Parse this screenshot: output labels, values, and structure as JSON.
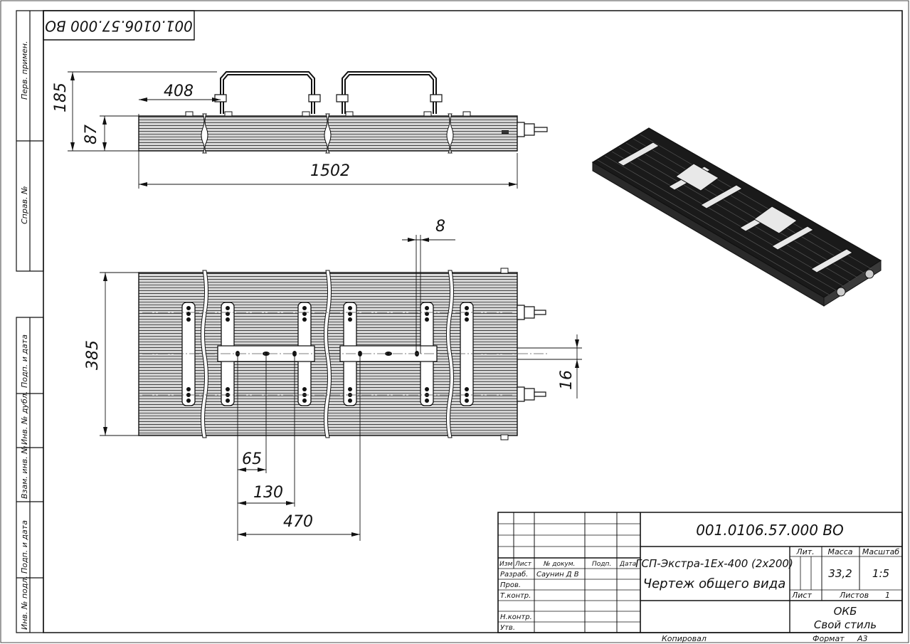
{
  "doc_code": "001.0106.57.000 ВО",
  "doc_code_stamp": "001.0106.57.000 ВО",
  "side_labels": {
    "perv_primen": "Перв. примен.",
    "sprav": "Справ. №",
    "podp_data_1": "Подп. и дата",
    "inv_dubl": "Инв. № дубл.",
    "vzam_inv": "Взам. инв. №",
    "podp_data_2": "Подп. и дата",
    "inv_podl": "Инв. № подл."
  },
  "dimensions": {
    "d185": "185",
    "d87": "87",
    "d408": "408",
    "d1502": "1502",
    "d8": "8",
    "d385": "385",
    "d16": "16",
    "d65": "65",
    "d130": "130",
    "d470": "470"
  },
  "title_block": {
    "header_izm": "Изм",
    "header_list": "Лист",
    "header_ndokum": "№ докум.",
    "header_podp": "Подп.",
    "header_data": "Дата",
    "razrab": "Разраб.",
    "razrab_name": "Саунин Д В",
    "prov": "Пров.",
    "tkontr": "Т.контр.",
    "nkontr": "Н.контр.",
    "utv": "Утв.",
    "name_line1": "ГСП-Экстра-1Ex-400 (2x200)",
    "name_line2": "Чертеж общего вида",
    "lit": "Лит.",
    "massa": "Масса",
    "masshtab": "Масштаб",
    "massa_value": "33,2",
    "masshtab_value": "1:5",
    "list_label": "Лист",
    "listov_label": "Листов",
    "listov_value": "1",
    "org_line1": "ОКБ",
    "org_line2": "Свой стиль",
    "kopiroval": "Копировал",
    "format": "Формат",
    "format_value": "А3"
  }
}
